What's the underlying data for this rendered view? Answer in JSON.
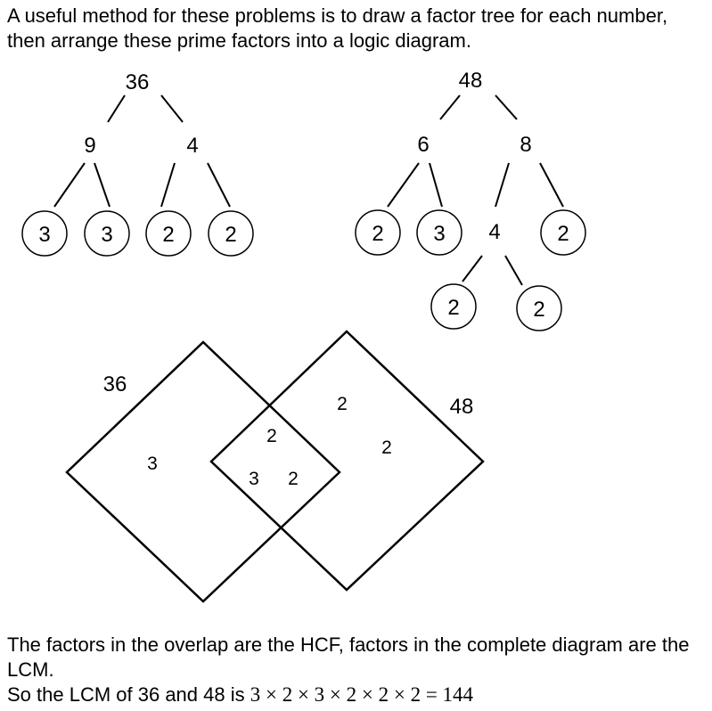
{
  "intro_text": "A useful method for these problems is to draw a factor tree for each number, then arrange these prime factors into a logic diagram.",
  "tree_36": {
    "root": "36",
    "branches": [
      "9",
      "4"
    ],
    "leaves": [
      "3",
      "3",
      "2",
      "2"
    ]
  },
  "tree_48": {
    "root": "48",
    "branches": [
      "6",
      "8"
    ],
    "level2": [
      "2",
      "3",
      "4",
      "2"
    ],
    "level3": [
      "2",
      "2"
    ]
  },
  "venn": {
    "left_label": "36",
    "right_label": "48",
    "left_only": [
      "3"
    ],
    "overlap": [
      "2",
      "3",
      "2"
    ],
    "right_only": [
      "2",
      "2"
    ]
  },
  "conclusion": {
    "line1": "The factors in the overlap are the HCF, factors in the complete diagram are the LCM.",
    "line2_prefix": "So the LCM of 36 and 48 is ",
    "expression": "3 × 2 × 3 × 2 × 2 × 2 = 144"
  }
}
